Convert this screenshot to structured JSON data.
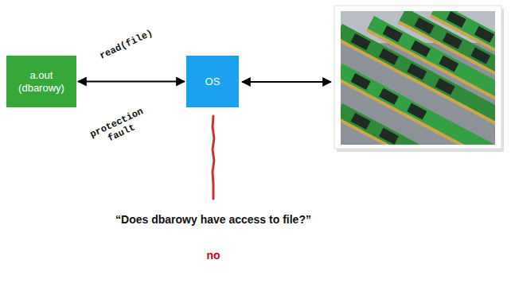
{
  "diagram": {
    "nodes": [
      {
        "text": [
          "a.out (dbarowy)"
        ]
      },
      {
        "text": [
          "OS"
        ]
      }
    ],
    "edges": [
      {
        "from": 0,
        "to": 1,
        "arrow": "both",
        "label": "read(file)"
      }
    ],
    "labels": [
      "protection fault",
      "“Does dbarowy have access to file?”",
      "no"
    ]
  }
}
